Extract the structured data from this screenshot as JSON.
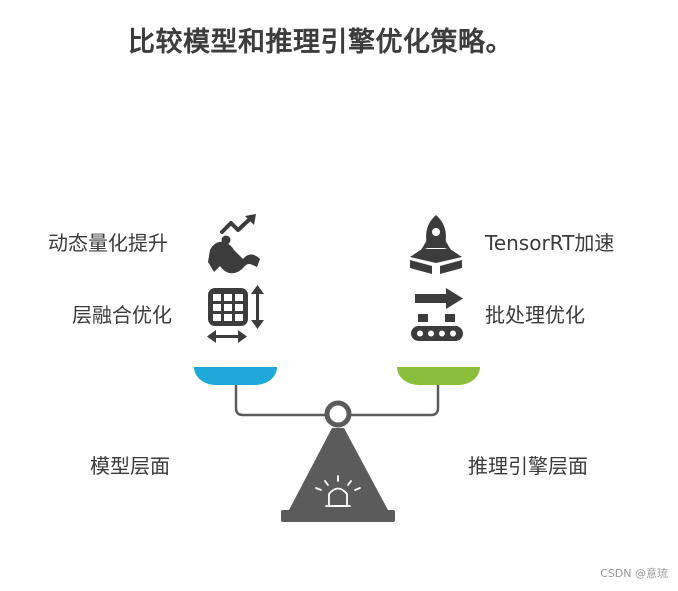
{
  "title": "比较模型和推理引擎优化策略。",
  "left_side": {
    "items": [
      {
        "label": "动态量化提升",
        "icon": "trend-chart-icon"
      },
      {
        "label": "层融合优化",
        "icon": "grid-resize-icon"
      }
    ],
    "pan_color": "#1ea9d9",
    "caption": "模型层面"
  },
  "right_side": {
    "items": [
      {
        "label": "TensorRT加速",
        "icon": "rocket-launch-icon"
      },
      {
        "label": "批处理优化",
        "icon": "conveyor-batch-icon"
      }
    ],
    "pan_color": "#8bbd3c",
    "caption": "推理引擎层面"
  },
  "colors": {
    "icon": "#3c3c3c",
    "scale": "#5b5b5b",
    "text": "#3b3b3b"
  },
  "watermark": "CSDN @意琉"
}
